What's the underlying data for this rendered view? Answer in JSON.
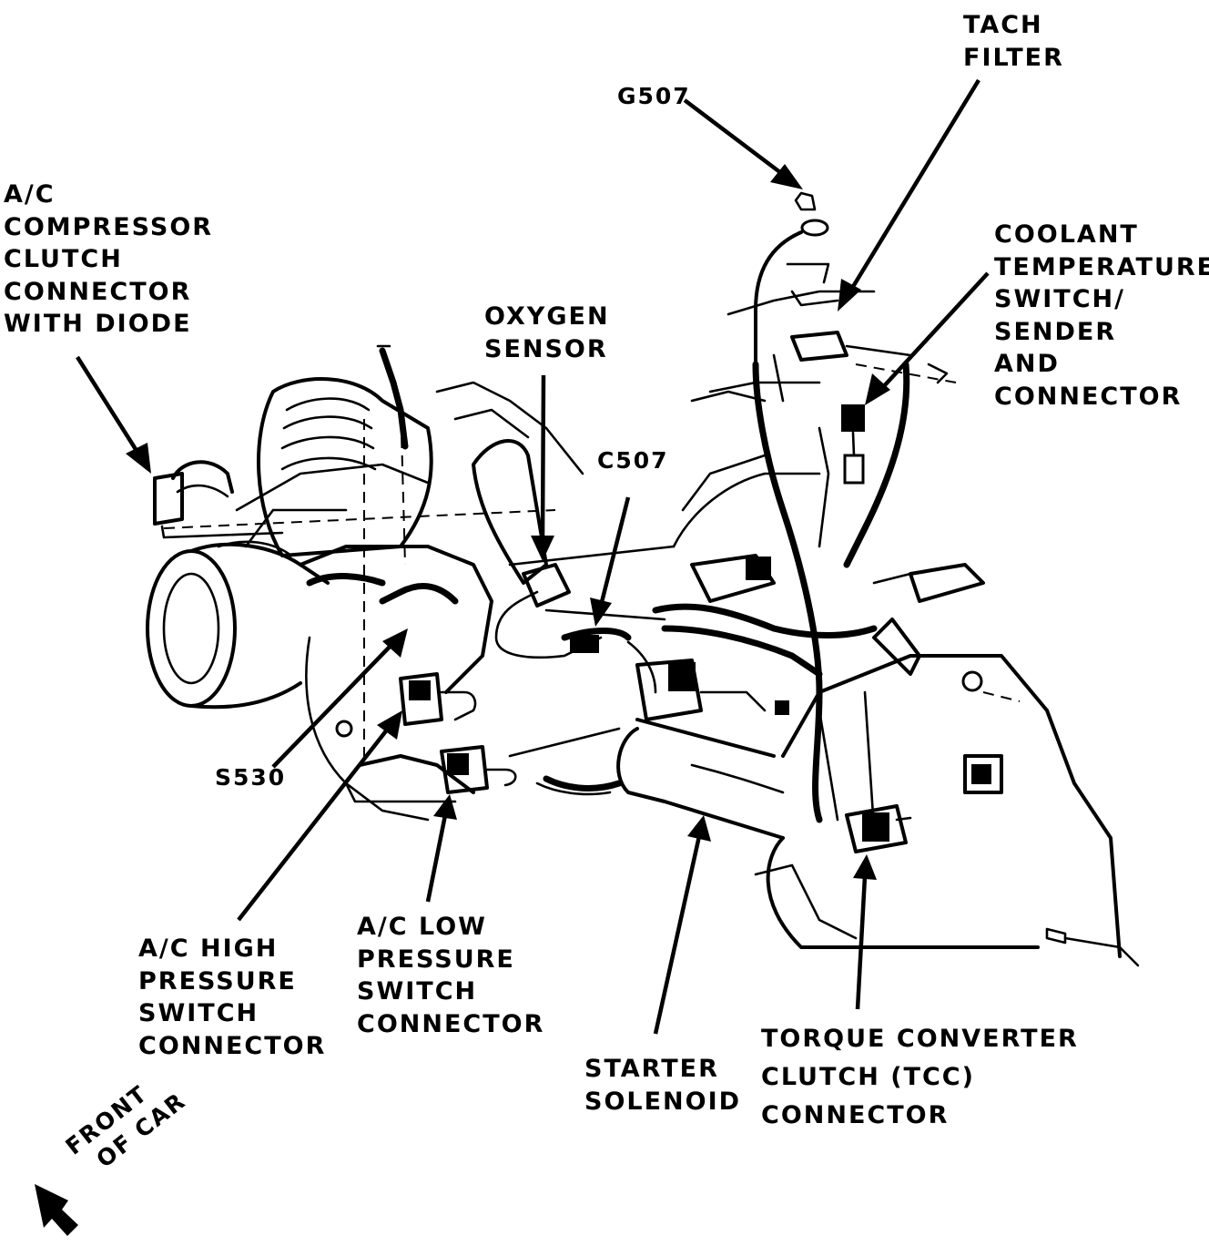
{
  "labels": {
    "tach_filter": [
      "TACH",
      "FILTER"
    ],
    "g507": "G507",
    "coolant": [
      "COOLANT",
      "TEMPERATURE",
      "SWITCH/",
      "SENDER",
      "AND",
      "CONNECTOR"
    ],
    "ac_compressor": [
      "A/C",
      "COMPRESSOR",
      "CLUTCH",
      "CONNECTOR",
      "WITH DIODE"
    ],
    "oxygen_sensor": [
      "OXYGEN",
      "SENSOR"
    ],
    "c507": "C507",
    "s530": "S530",
    "ac_high": [
      "A/C HIGH",
      "PRESSURE",
      "SWITCH",
      "CONNECTOR"
    ],
    "ac_low": [
      "A/C LOW",
      "PRESSURE",
      "SWITCH",
      "CONNECTOR"
    ],
    "starter": [
      "STARTER",
      "SOLENOID"
    ],
    "tcc": [
      "TORQUE CONVERTER",
      "CLUTCH (TCC)",
      "CONNECTOR"
    ],
    "front": [
      "FRONT",
      "OF CAR"
    ]
  }
}
